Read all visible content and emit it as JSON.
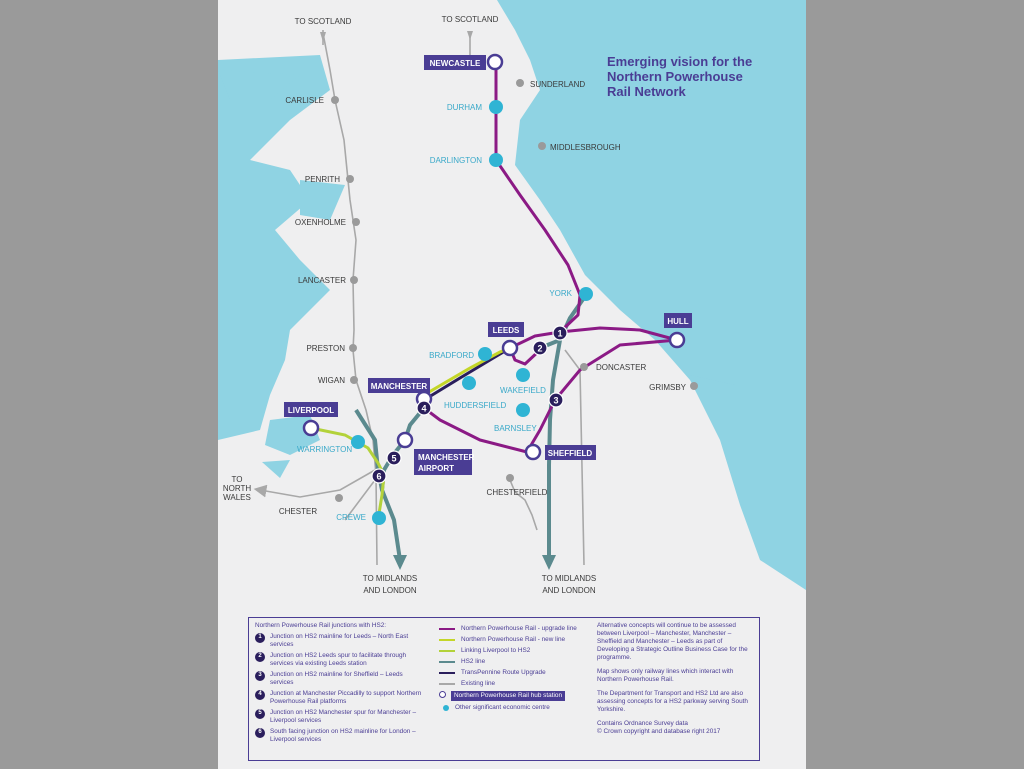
{
  "title": [
    "Emerging vision for the",
    "Northern Powerhouse",
    "Rail Network"
  ],
  "colors": {
    "npr_upgrade": "#8b1a85",
    "npr_new": "#c4d628",
    "liverpool_hs2": "#b3d23a",
    "hs2": "#5b8a8e",
    "transpennine": "#2a1e5c",
    "existing": "#a8a8a8",
    "hub": "#4a3d94",
    "centre": "#2fb4d4",
    "sea": "#8fd3e3"
  },
  "directions": {
    "to_scotland_west": "TO SCOTLAND",
    "to_scotland_east": "TO SCOTLAND",
    "to_north_wales_1": "TO",
    "to_north_wales_2": "NORTH",
    "to_north_wales_3": "WALES",
    "to_midlands_west_1": "TO MIDLANDS",
    "to_midlands_west_2": "AND LONDON",
    "to_midlands_east_1": "TO MIDLANDS",
    "to_midlands_east_2": "AND LONDON"
  },
  "hubs": {
    "newcastle": "NEWCASTLE",
    "leeds": "LEEDS",
    "hull": "HULL",
    "manchester": "MANCHESTER",
    "liverpool": "LIVERPOOL",
    "manchester_airport_1": "MANCHESTER",
    "manchester_airport_2": "AIRPORT",
    "sheffield": "SHEFFIELD"
  },
  "centres": {
    "durham": "DURHAM",
    "darlington": "DARLINGTON",
    "york": "YORK",
    "bradford": "BRADFORD",
    "wakefield": "WAKEFIELD",
    "huddersfield": "HUDDERSFIELD",
    "barnsley": "BARNSLEY",
    "warrington": "WARRINGTON",
    "crewe": "CREWE"
  },
  "stations": {
    "sunderland": "SUNDERLAND",
    "middlesbrough": "MIDDLESBROUGH",
    "carlisle": "CARLISLE",
    "penrith": "PENRITH",
    "oxenholme": "OXENHOLME",
    "lancaster": "LANCASTER",
    "preston": "PRESTON",
    "wigan": "WIGAN",
    "doncaster": "DONCASTER",
    "grimsby": "GRIMSBY",
    "chester": "CHESTER",
    "chesterfield": "CHESTERFIELD"
  },
  "junction_numbers": [
    "1",
    "2",
    "3",
    "4",
    "5",
    "6"
  ],
  "legend": {
    "junctions_title": "Northern Powerhouse Rail junctions with HS2:",
    "junctions": [
      {
        "num": "1",
        "text": "Junction on HS2 mainline for Leeds – North East services"
      },
      {
        "num": "2",
        "text": "Junction on HS2 Leeds spur to facilitate through services via existing Leeds station"
      },
      {
        "num": "3",
        "text": "Junction on HS2 mainline for Sheffield – Leeds services"
      },
      {
        "num": "4",
        "text": "Junction at Manchester Piccadilly to support Northern Powerhouse Rail platforms"
      },
      {
        "num": "5",
        "text": "Junction on HS2 Manchester spur for Manchester – Liverpool services"
      },
      {
        "num": "6",
        "text": "South facing junction on HS2 mainline for London – Liverpool services"
      }
    ],
    "lines": [
      {
        "label": "Northern Powerhouse Rail - upgrade line",
        "color": "#8b1a85"
      },
      {
        "label": "Northern Powerhouse Rail - new line",
        "color": "#c4d628"
      },
      {
        "label": "Linking Liverpool to HS2",
        "color": "#b3d23a"
      },
      {
        "label": "HS2 line",
        "color": "#5b8a8e"
      },
      {
        "label": "TransPennine Route Upgrade",
        "color": "#2a1e5c"
      },
      {
        "label": "Existing line",
        "color": "#a8a8a8"
      }
    ],
    "hub_label": "Northern Powerhouse Rail hub station",
    "centre_label": "Other significant economic centre",
    "notes": [
      "Alternative concepts will continue to be assessed between Liverpool – Manchester, Manchester – Sheffield and Manchester – Leeds as part of Developing a Strategic Outline Business Case for the programme.",
      "Map shows only railway lines which interact with Northern Powerhouse Rail.",
      "The Department for Transport and HS2 Ltd are also assessing concepts for a HS2 parkway serving South Yorkshire."
    ],
    "copyright": [
      "Contains Ordnance Survey data",
      "© Crown copyright and database right 2017"
    ]
  }
}
